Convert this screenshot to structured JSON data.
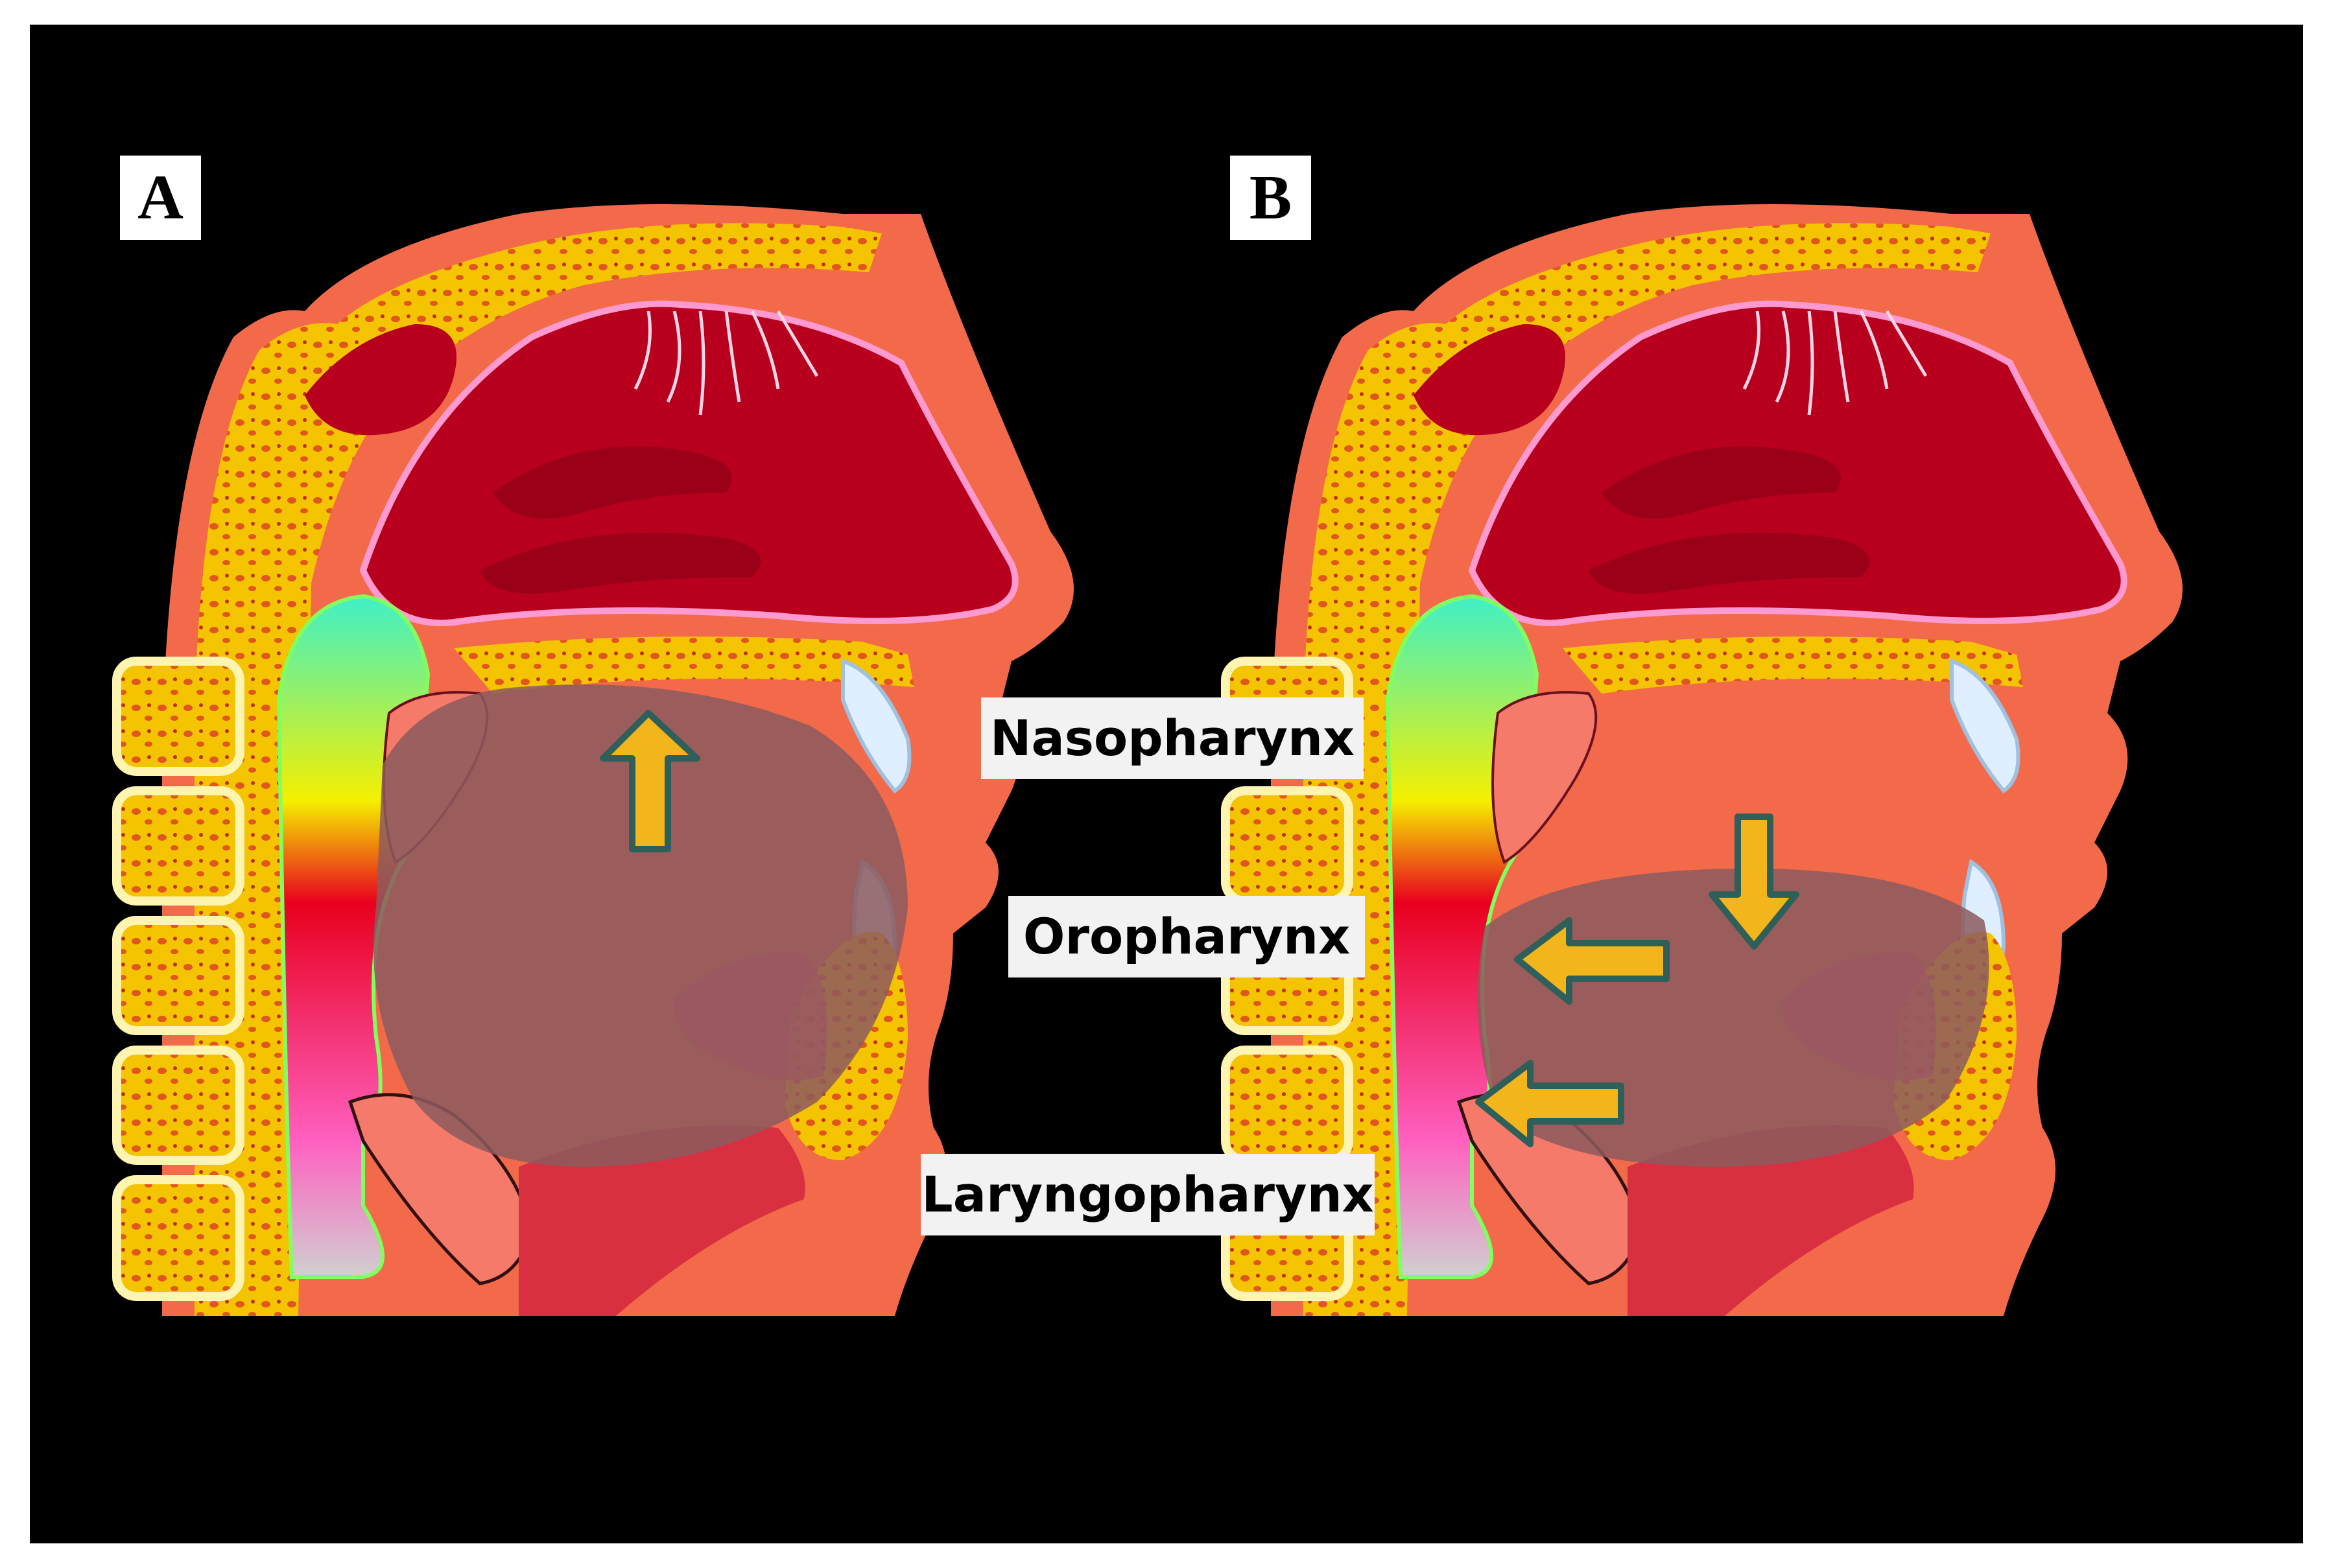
{
  "panels": [
    {
      "letter": "A"
    },
    {
      "letter": "B"
    }
  ],
  "labels": {
    "nasopharynx": "Nasopharynx",
    "oropharynx": "Oropharynx",
    "laryngopharynx": "Laryngopharynx"
  },
  "colors": {
    "background": "#000000",
    "border": "#ffffff",
    "bone": "#f5c400",
    "bone_spots": "#e0561f",
    "soft_tissue": "#f26a4a",
    "nasal_cavity": "#b8001e",
    "tongue_overlay": "#8c5a5e",
    "arrow_fill": "#f3b51c",
    "arrow_outline": "#2f5f5a",
    "airway_gradient_top": "#3ff0c8",
    "airway_gradient_mid": "#f4f000",
    "airway_gradient_low": "#e8001e"
  }
}
